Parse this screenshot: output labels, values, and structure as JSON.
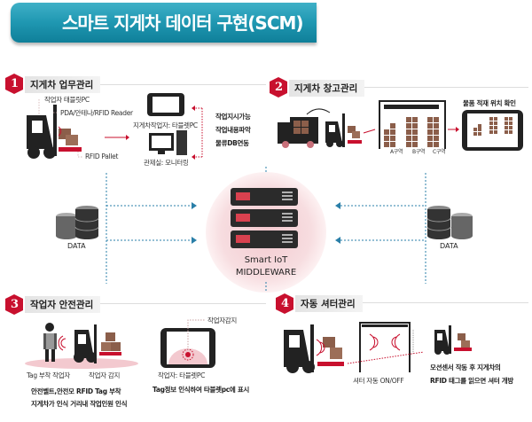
{
  "title": "스마트 지게차 데이터 구현(SCM)",
  "colors": {
    "accent_teal": "#1f97b1",
    "accent_red": "#c8102e",
    "box_brown": "#8b5e4a",
    "dotted_blue": "#2a7fa8"
  },
  "center": {
    "line1": "Smart IoT",
    "line2": "MIDDLEWARE"
  },
  "data_label_left": "DATA",
  "data_label_right": "DATA",
  "sections": [
    {
      "number": "1",
      "title": "지게차 업무관리",
      "labels": {
        "tablet_pc": "작업자 태블릿PC",
        "reader": "PDA/안테나/RFID Reader",
        "pallet": "RFID Pallet",
        "driver_tablet": "지게차작업자: 타블렛PC",
        "control_room": "관제실: 모니터링"
      },
      "features": [
        "작업지시가능",
        "작업내용파악",
        "물류DB연동"
      ]
    },
    {
      "number": "2",
      "title": "지게차 창고관리",
      "check_title": "물품 적재 위치 확인",
      "zones": [
        "A구역",
        "B구역",
        "C구역"
      ]
    },
    {
      "number": "3",
      "title": "작업자 안전관리",
      "labels": {
        "tagged_worker": "Tag 부착 작업자",
        "worker_detect": "작업자 감지",
        "desc1": "안전벨트,안전모 RFID Tag 부착",
        "desc2": "지게차가 인식 거리내 작업인원 인식",
        "detect_callout": "작업자감지",
        "worker_tablet": "작업자: 타블렛PC",
        "tablet_desc": "Tag정보 인식하여 타블렛pc에 표시"
      }
    },
    {
      "number": "4",
      "title": "자동 셔터관리",
      "labels": {
        "shutter": "셔터 자동 ON/OFF",
        "desc1": "모션센서 작동 후 지게차의",
        "desc2": "RFID 태그를 읽으면 셔터 개방"
      }
    }
  ]
}
